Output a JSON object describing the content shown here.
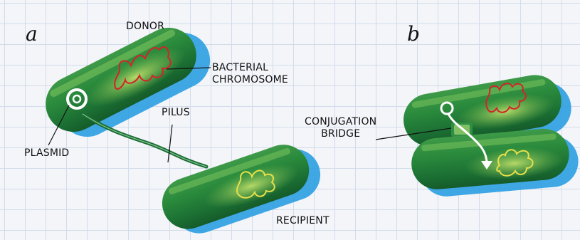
{
  "panels": [
    "a",
    "b"
  ],
  "labels": {
    "donor": "DONOR",
    "bacterial_chromosome": "BACTERIAL\nCHROMOSOME",
    "pilus": "PILUS",
    "plasmid": "PLASMID",
    "recipient": "RECIPIENT",
    "conjugation_bridge": "CONJUGATION\nBRIDGE"
  },
  "colors": {
    "cell_body": "#1f7a38",
    "cell_shadow": "#2b9fe0",
    "cell_highlight": "#8fd068",
    "donor_chromosome": "#d2242a",
    "recipient_chromosome": "#e6e04a",
    "plasmid": "#ffffff",
    "grid_line": "#d3dcea"
  }
}
